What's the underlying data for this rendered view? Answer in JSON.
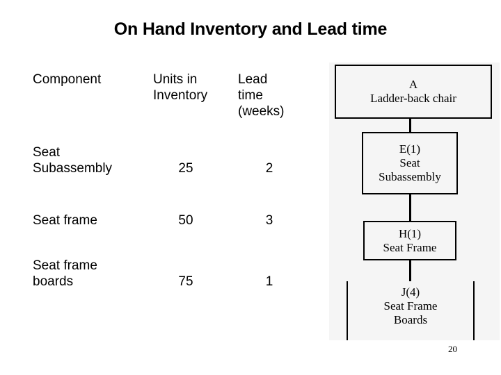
{
  "slide": {
    "title": "On Hand Inventory and Lead time",
    "number": "20"
  },
  "table": {
    "headers": {
      "component": "Component",
      "units_line1": "Units in",
      "units_line2": "Inventory",
      "lead_line1": "Lead",
      "lead_line2": "time",
      "lead_line3": "(weeks)"
    },
    "rows": [
      {
        "component_line1": "Seat",
        "component_line2": "Subassembly",
        "units_in_inventory": "25",
        "lead_time_weeks": "2"
      },
      {
        "component_line1": "Seat frame",
        "component_line2": "",
        "units_in_inventory": "50",
        "lead_time_weeks": "3"
      },
      {
        "component_line1": "Seat frame",
        "component_line2": "boards",
        "units_in_inventory": "75",
        "lead_time_weeks": "1"
      }
    ]
  },
  "bom_diagram": {
    "nodes": [
      {
        "code": "A",
        "name_line1": "Ladder-back  chair",
        "name_line2": ""
      },
      {
        "code": "E(1)",
        "name_line1": "Seat",
        "name_line2": "Subassembly"
      },
      {
        "code": "H(1)",
        "name_line1": "Seat Frame",
        "name_line2": ""
      },
      {
        "code": "J(4)",
        "name_line1": "Seat Frame",
        "name_line2": "Boards"
      }
    ]
  },
  "colors": {
    "panel_background": "#f5f5f5",
    "text": "#000000",
    "box_border": "#000000"
  }
}
